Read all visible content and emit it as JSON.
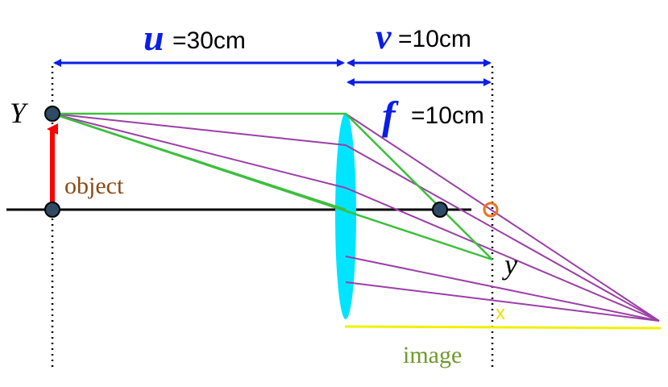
{
  "labels": {
    "u_symbol": "u",
    "u_value": "=30cm",
    "v_symbol": "v",
    "v_value": "=10cm",
    "f_symbol": "f",
    "f_value": "=10cm",
    "object_point": "Y",
    "image_point": "y",
    "object_label": "object",
    "image_label": "image",
    "x_mark": "x"
  },
  "colors": {
    "dimension": "#0a1ee6",
    "green_ray": "#3dbf3d",
    "purple_ray": "#9b3fa6",
    "lens": "#00e5ff",
    "object_arrow": "#ff0000",
    "object_text": "#8b4a14",
    "image_text": "#6f9a2e",
    "screen": "#f0f000",
    "x_mark": "#f0e000",
    "focus_marker": "#f07020",
    "axis": "#000000"
  }
}
